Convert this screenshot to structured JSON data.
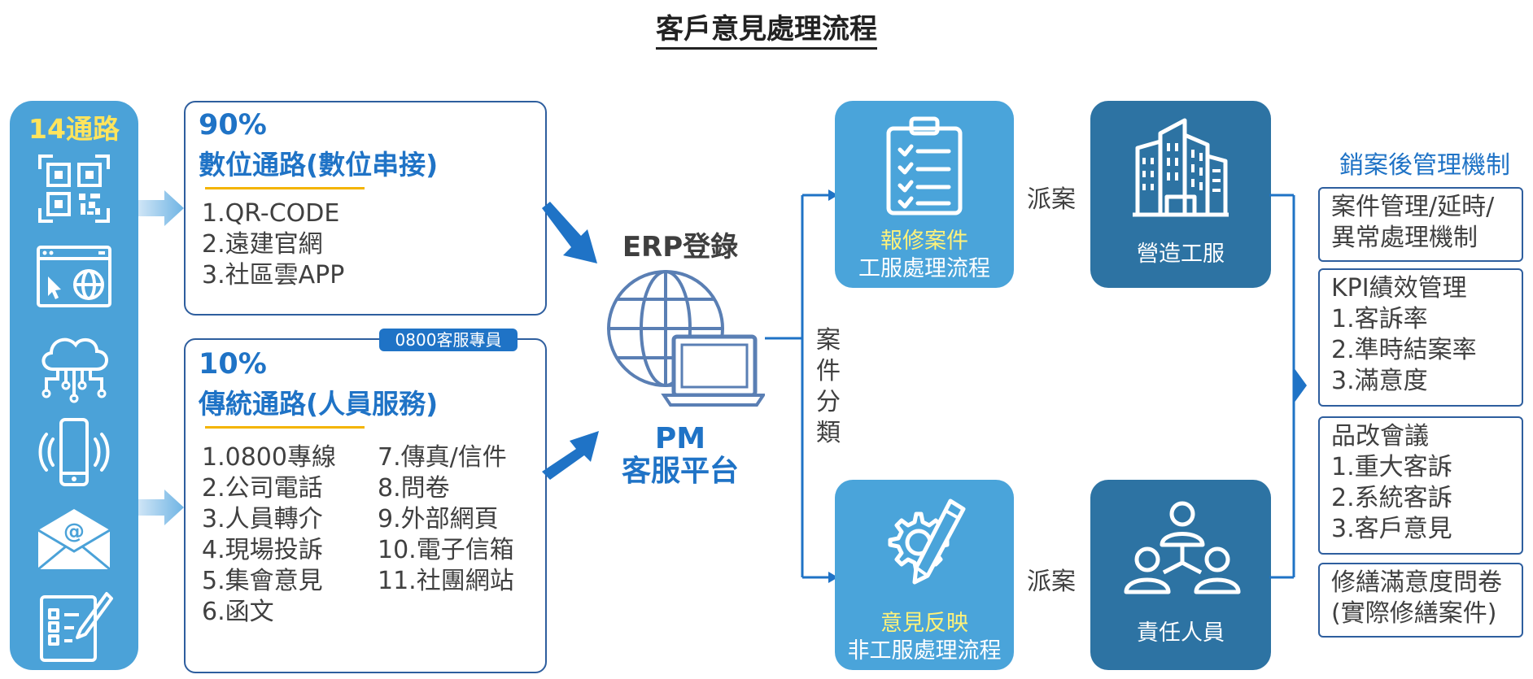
{
  "title": "客戶意見處理流程",
  "channels": {
    "label": "14通路",
    "icons": [
      "qr-code-icon",
      "web-browser-icon",
      "cloud-network-icon",
      "mobile-phone-icon",
      "email-icon",
      "form-pen-icon"
    ]
  },
  "digital": {
    "percent": "90%",
    "heading": "數位通路(數位串接)",
    "items": [
      "1.QR-CODE",
      "2.遠建官網",
      "3.社區雲APP"
    ]
  },
  "traditional": {
    "tag": "0800客服專員",
    "percent": "10%",
    "heading": "傳統通路(人員服務)",
    "items_col1": [
      "1.0800專線",
      "2.公司電話",
      "3.人員轉介",
      "4.現場投訴",
      "5.集會意見",
      "6.函文"
    ],
    "items_col2": [
      "7.傳真/信件",
      "8.問卷",
      "9.外部網頁",
      "10.電子信箱",
      "11.社團網站"
    ]
  },
  "erp": {
    "label": "ERP登錄",
    "platform_line1": "PM",
    "platform_line2": "客服平台"
  },
  "classify": [
    "案",
    "件",
    "分",
    "類"
  ],
  "repair": {
    "line1": "報修案件",
    "line2": "工服處理流程"
  },
  "opinion": {
    "line1": "意見反映",
    "line2": "非工服處理流程"
  },
  "dispatch_label": "派案",
  "construction": {
    "label": "營造工服"
  },
  "responsible": {
    "label": "責任人員"
  },
  "mechanism": {
    "title": "銷案後管理機制",
    "box1": [
      "案件管理/延時/",
      "異常處理機制"
    ],
    "box2": [
      "KPI績效管理",
      "1.客訴率",
      "2.準時結案率",
      "3.滿意度"
    ],
    "box3": [
      "品改會議",
      "1.重大客訴",
      "2.系統客訴",
      "3.客戶意見"
    ],
    "box4": [
      "修繕滿意度問卷",
      "(實際修繕案件)"
    ]
  },
  "colors": {
    "channel_blue": "#4ba2d8",
    "tile_light": "#4aa4da",
    "tile_dark": "#2d73a3",
    "accent_blue": "#1f73c6",
    "gold": "#f4b400",
    "highlight_yellow": "#ffe45c"
  }
}
